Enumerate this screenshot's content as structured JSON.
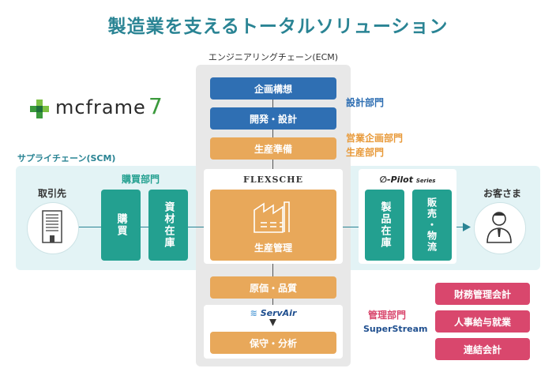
{
  "title": "製造業を支えるトータルソリューション",
  "logo": {
    "text": "mcframe",
    "number": "7"
  },
  "ecm": {
    "label": "エンジニアリングチェーン(ECM)",
    "steps": [
      "企画構想",
      "開発・設計",
      "生産準備",
      "生産管理",
      "原価・品質",
      "保守・分析"
    ]
  },
  "scm": {
    "label": "サプライチェーン(SCM)"
  },
  "departments": {
    "design": "設計部門",
    "sales_line1": "営業企画部門",
    "sales_line2": "生産部門",
    "purchasing": "購買部門",
    "management": "管理部門"
  },
  "endpoints": {
    "supplier": "取引先",
    "customer": "お客さま"
  },
  "purchasing_boxes": [
    "購買",
    "資材在庫"
  ],
  "sales_boxes": [
    "製品在庫",
    "販売・物流"
  ],
  "products": {
    "flexsche": "FLEXSCHE",
    "pilot_main": "Pilot",
    "pilot_sub": "Series",
    "servair": "ServAir",
    "superstream": "SuperStream"
  },
  "management_items": [
    "財務管理会計",
    "人事給与就業",
    "連結会計"
  ],
  "colors": {
    "teal": "#23a090",
    "blue": "#2f6fb3",
    "orange": "#e8a85a",
    "pink": "#d9476d",
    "title": "#2a8494"
  }
}
